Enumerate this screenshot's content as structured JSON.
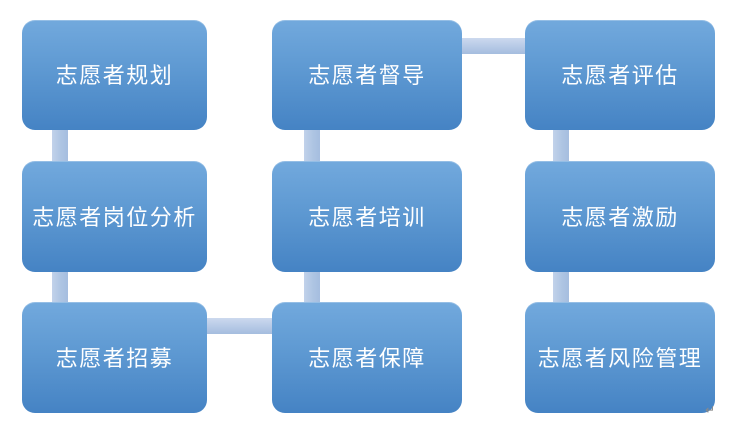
{
  "page": {
    "background": "#FFFFFF",
    "paragraph_mark": "↵"
  },
  "diagram": {
    "type": "smartart-serpentine-process",
    "grid": "3x3",
    "colors": {
      "node_gradient_top": "#72A9DD",
      "node_gradient_bottom": "#4583C4",
      "connector_light": "#CCD9EE",
      "connector_dark": "#A5BDDF",
      "text": "#FFFFFF"
    },
    "nodes": [
      {
        "id": "planning",
        "label": "志愿者规划",
        "col": 1,
        "row": 1
      },
      {
        "id": "position-analysis",
        "label": "志愿者岗位分析",
        "col": 1,
        "row": 2
      },
      {
        "id": "recruitment",
        "label": "志愿者招募",
        "col": 1,
        "row": 3
      },
      {
        "id": "supervision",
        "label": "志愿者督导",
        "col": 2,
        "row": 1
      },
      {
        "id": "training",
        "label": "志愿者培训",
        "col": 2,
        "row": 2
      },
      {
        "id": "support",
        "label": "志愿者保障",
        "col": 2,
        "row": 3
      },
      {
        "id": "evaluation",
        "label": "志愿者评估",
        "col": 3,
        "row": 1
      },
      {
        "id": "motivation",
        "label": "志愿者激励",
        "col": 3,
        "row": 2
      },
      {
        "id": "risk-management",
        "label": "志愿者风险管理",
        "col": 3,
        "row": 3
      }
    ],
    "connectors": [
      {
        "from": "planning",
        "to": "position-analysis",
        "orientation": "vertical"
      },
      {
        "from": "position-analysis",
        "to": "recruitment",
        "orientation": "vertical"
      },
      {
        "from": "recruitment",
        "to": "support",
        "orientation": "horizontal"
      },
      {
        "from": "support",
        "to": "training",
        "orientation": "vertical"
      },
      {
        "from": "training",
        "to": "supervision",
        "orientation": "vertical"
      },
      {
        "from": "supervision",
        "to": "evaluation",
        "orientation": "horizontal"
      },
      {
        "from": "evaluation",
        "to": "motivation",
        "orientation": "vertical"
      },
      {
        "from": "motivation",
        "to": "risk-management",
        "orientation": "vertical"
      }
    ]
  }
}
